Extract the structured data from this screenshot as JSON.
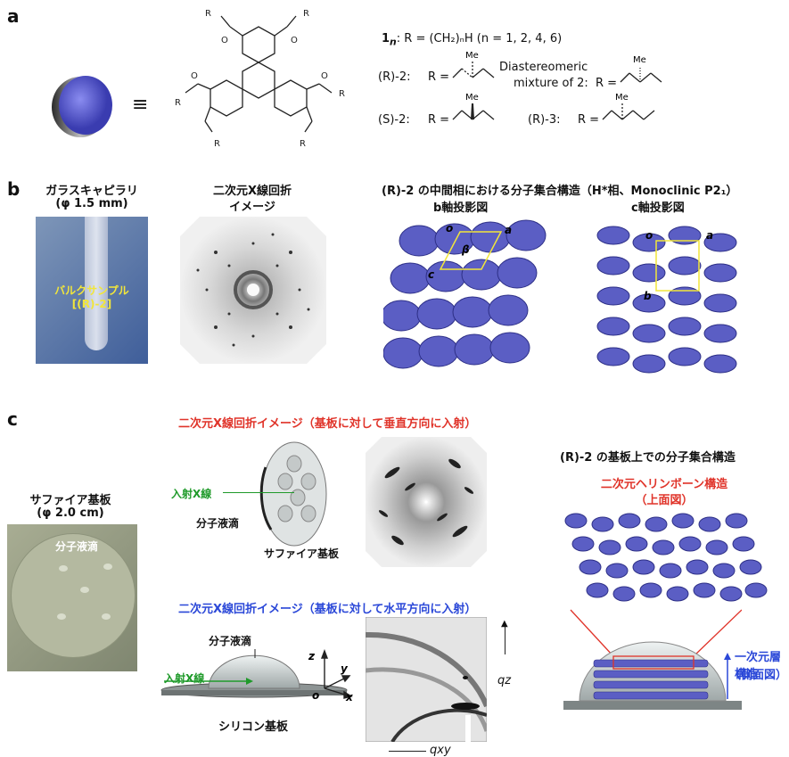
{
  "panels": {
    "a": "a",
    "b": "b",
    "c": "c"
  },
  "a": {
    "r_label": "R",
    "o_label": "O",
    "compound1_prefix": "1",
    "compound1_sub": "n",
    "compound1_text": ": R = (CH₂)ₙH (n = 1, 2, 4, 6)",
    "r2_label": "(R)-2:",
    "s2_label": "(S)-2:",
    "r3_label": "(R)-3:",
    "diastereomeric_line1": "Diastereomeric",
    "diastereomeric_line2": "mixture of 2:",
    "r_eq": "R =",
    "me": "Me"
  },
  "b": {
    "capillary_title": "ガラスキャピラリ",
    "capillary_size": "(φ 1.5 mm)",
    "bulk_line1": "バルクサンプル",
    "bulk_line2": "[(R)-2]",
    "xrd_title_1": "二次元X線回折",
    "xrd_title_2": "イメージ",
    "structure_title": "(R)-2 の中間相における分子集合構造（H*相、Monoclinic P2₁）",
    "b_projection": "b軸投影図",
    "c_projection": "c軸投影図",
    "axis_o": "o",
    "axis_a": "a",
    "axis_b": "b",
    "axis_c": "c",
    "beta": "β"
  },
  "c": {
    "sapphire_title": "サファイア基板",
    "sapphire_size": "(φ 2.0 cm)",
    "droplet_label_photo": "分子液滴",
    "vertical_title": "二次元X線回折イメージ（基板に対して垂直方向に入射）",
    "incident_xray": "入射X線",
    "droplet_label": "分子液滴",
    "sapphire_substrate": "サファイア基板",
    "horizontal_title": "二次元X線回折イメージ（基板に対して水平方向に入射）",
    "silicon_substrate": "シリコン基板",
    "axis_z": "z",
    "axis_y": "y",
    "axis_x": "x",
    "axis_o": "o",
    "qz": "qz",
    "qxy": "qxy",
    "assembly_title": "(R)-2 の基板上での分子集合構造",
    "herringbone_title": "二次元ヘリンボーン構造",
    "top_view": "（上面図）",
    "layer_title": "一次元層構造",
    "side_view": "（側面図）"
  },
  "colors": {
    "red": "#e0342a",
    "blue": "#2b48d8",
    "green": "#1f9a2a",
    "yellow": "#f2e63a",
    "disk": "#5b5ec4"
  }
}
